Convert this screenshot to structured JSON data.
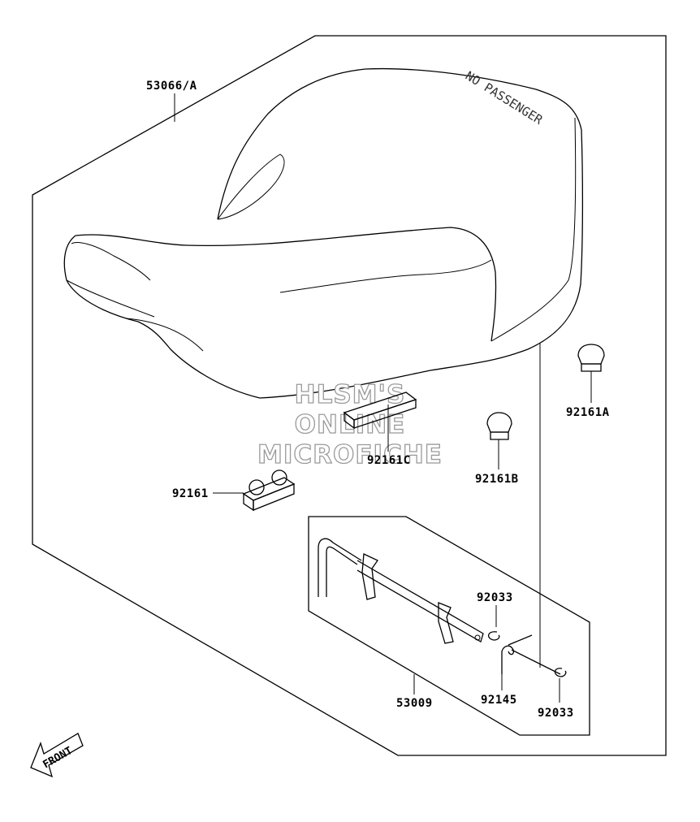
{
  "parts": [
    {
      "id": "seat",
      "label": "53066/A"
    },
    {
      "id": "stopper-a",
      "label": "92161A"
    },
    {
      "id": "stopper-c",
      "label": "92161C"
    },
    {
      "id": "stopper-b",
      "label": "92161B"
    },
    {
      "id": "stopper",
      "label": "92161"
    },
    {
      "id": "circlip-upper",
      "label": "92033"
    },
    {
      "id": "lock-assembly",
      "label": "53009"
    },
    {
      "id": "spring",
      "label": "92145"
    },
    {
      "id": "circlip-lower",
      "label": "92033"
    }
  ],
  "seat_text": "NO PASSENGER",
  "watermark": [
    "HLSM'S",
    "ONLINE",
    "MICROFICHE"
  ],
  "front_arrow": "FRONT",
  "colors": {
    "line": "#000000",
    "background": "#ffffff",
    "watermark_outline": "#9a9a9a"
  }
}
